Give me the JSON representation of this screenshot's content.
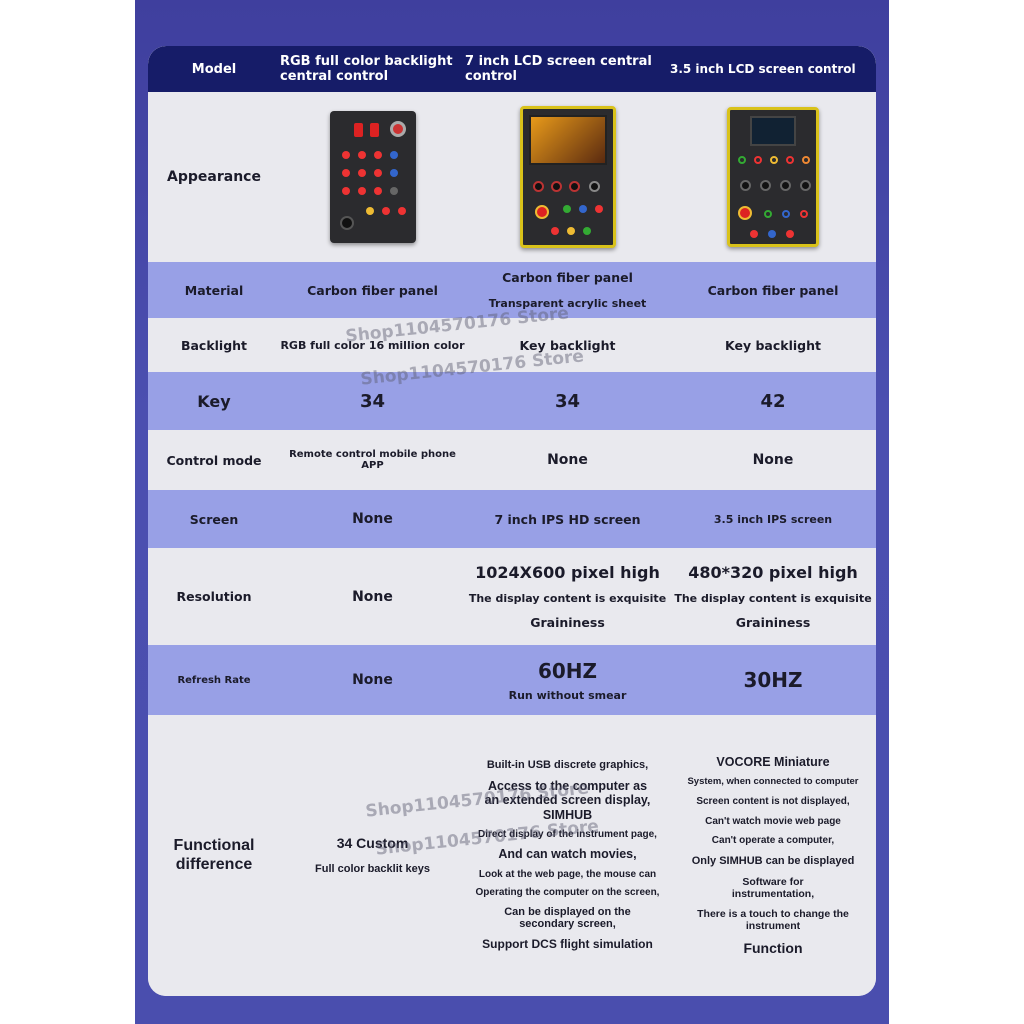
{
  "header": {
    "label": "Model",
    "columns": [
      "RGB full color backlight central control",
      "7 inch LCD screen central control",
      "3.5 inch LCD screen control"
    ]
  },
  "rows": {
    "appearance": {
      "label": "Appearance"
    },
    "material": {
      "label": "Material",
      "c1": "Carbon fiber panel",
      "c2a": "Carbon fiber panel",
      "c2b": "Transparent acrylic sheet",
      "c3": "Carbon fiber panel"
    },
    "backlight": {
      "label": "Backlight",
      "c1": "RGB full color 16 million color",
      "c2": "Key backlight",
      "c3": "Key backlight"
    },
    "key": {
      "label": "Key",
      "c1": "34",
      "c2": "34",
      "c3": "42"
    },
    "control": {
      "label": "Control mode",
      "c1": "Remote control mobile phone APP",
      "c2": "None",
      "c3": "None"
    },
    "screen": {
      "label": "Screen",
      "c1": "None",
      "c2": "7 inch IPS HD screen",
      "c3": "3.5 inch IPS screen"
    },
    "resolution": {
      "label": "Resolution",
      "c1": "None",
      "c2": [
        "1024X600 pixel high",
        "The display content is exquisite",
        "Graininess"
      ],
      "c3": [
        "480*320 pixel high",
        "The display content is exquisite",
        "Graininess"
      ]
    },
    "refresh": {
      "label": "Refresh Rate",
      "c1": "None",
      "c2": [
        "60HZ",
        "Run without smear"
      ],
      "c3": "30HZ"
    },
    "functional": {
      "label": "Functional difference",
      "c1": [
        "34 Custom",
        "Full color backlit keys"
      ],
      "c2": [
        "Built-in USB discrete graphics,",
        "Access to the computer as an extended screen display, SIMHUB",
        "Direct display of the instrument page,",
        "And can watch movies,",
        "Look at the web page, the mouse can",
        "Operating the computer on the screen,",
        "Can be displayed on the secondary screen,",
        "Support DCS flight simulation"
      ],
      "c3": [
        "VOCORE Miniature",
        "System, when connected to computer",
        "Screen content is not displayed,",
        "Can't watch movie web page",
        "Can't operate a computer,",
        "Only SIMHUB can be displayed",
        "Software for instrumentation,",
        "There is a touch to change the instrument",
        "Function"
      ]
    }
  },
  "watermark": "Shop1104570176 Store"
}
